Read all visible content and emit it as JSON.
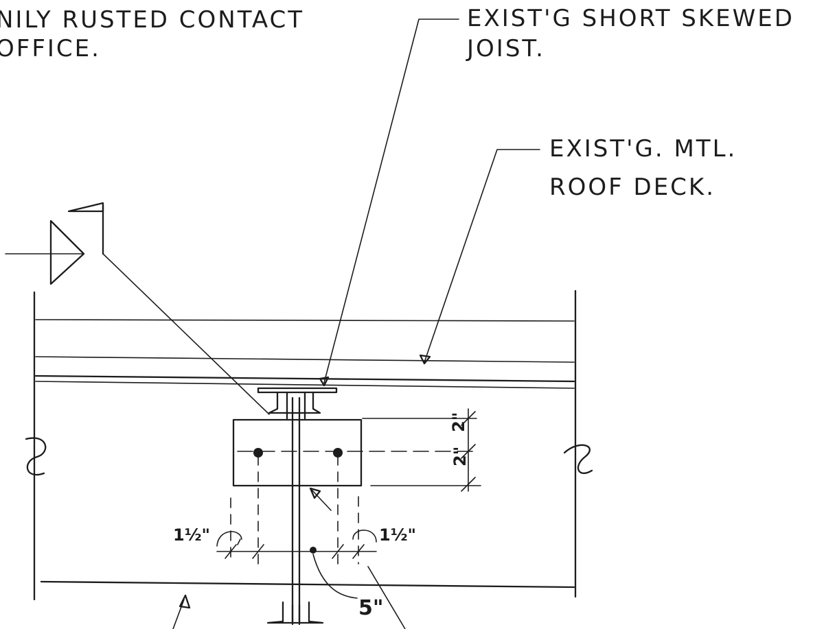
{
  "notes": {
    "contact_line1": "NILY RUSTED CONTACT",
    "contact_line2": "OFFICE.",
    "joist_line1": "EXIST'G SHORT SKEWED",
    "joist_line2": "JOIST.",
    "deck_line1": "EXIST'G. MTL.",
    "deck_line2": "ROOF DECK."
  },
  "dimensions": {
    "upper_vertical": "2\"",
    "lower_vertical": "2\"",
    "edge_left": "1½\"",
    "edge_right": "1½\"",
    "spacing": "5\""
  },
  "colors": {
    "ink": "#1c1c1c",
    "paper": "#ffffff"
  }
}
